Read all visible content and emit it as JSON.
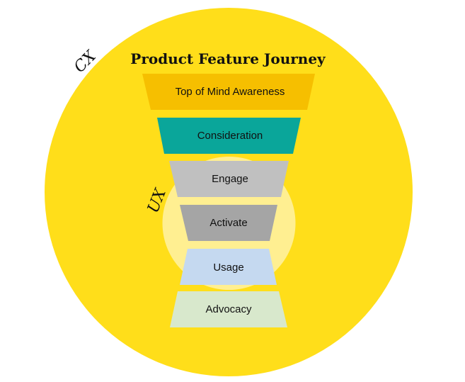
{
  "title": "Product Feature Journey",
  "outer_circle": {
    "label": "CX",
    "color": "#FFDE1A"
  },
  "inner_circle": {
    "label": "UX",
    "color": "#FFEF91"
  },
  "stages": [
    {
      "label": "Top of Mind Awareness",
      "color": "#F6BF00"
    },
    {
      "label": "Consideration",
      "color": "#0AA69A"
    },
    {
      "label": "Engage",
      "color": "#C0C0C0"
    },
    {
      "label": "Activate",
      "color": "#A5A5A5"
    },
    {
      "label": "Usage",
      "color": "#C5D9F0"
    },
    {
      "label": "Advocacy",
      "color": "#D8E8CC"
    }
  ]
}
